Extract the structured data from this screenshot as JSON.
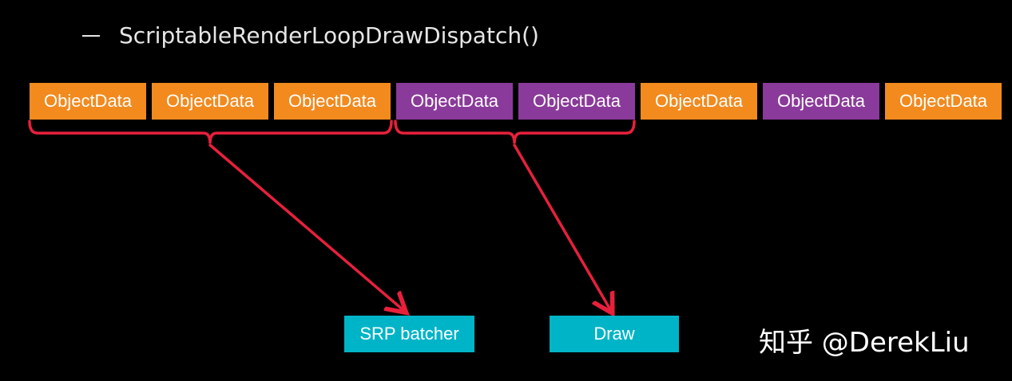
{
  "heading": "ScriptableRenderLoopDrawDispatch()",
  "colors": {
    "orange": "#f28a1e",
    "purple": "#8a3a9a",
    "teal": "#00b4c8",
    "bracket": "#e8203c"
  },
  "blocks": [
    {
      "label": "ObjectData",
      "color": "orange"
    },
    {
      "label": "ObjectData",
      "color": "orange"
    },
    {
      "label": "ObjectData",
      "color": "orange"
    },
    {
      "label": "ObjectData",
      "color": "purple"
    },
    {
      "label": "ObjectData",
      "color": "purple"
    },
    {
      "label": "ObjectData",
      "color": "orange"
    },
    {
      "label": "ObjectData",
      "color": "purple"
    },
    {
      "label": "ObjectData",
      "color": "orange"
    }
  ],
  "targets": {
    "srp_batcher": "SRP batcher",
    "draw": "Draw"
  },
  "watermark": "知乎 @DerekLiu"
}
